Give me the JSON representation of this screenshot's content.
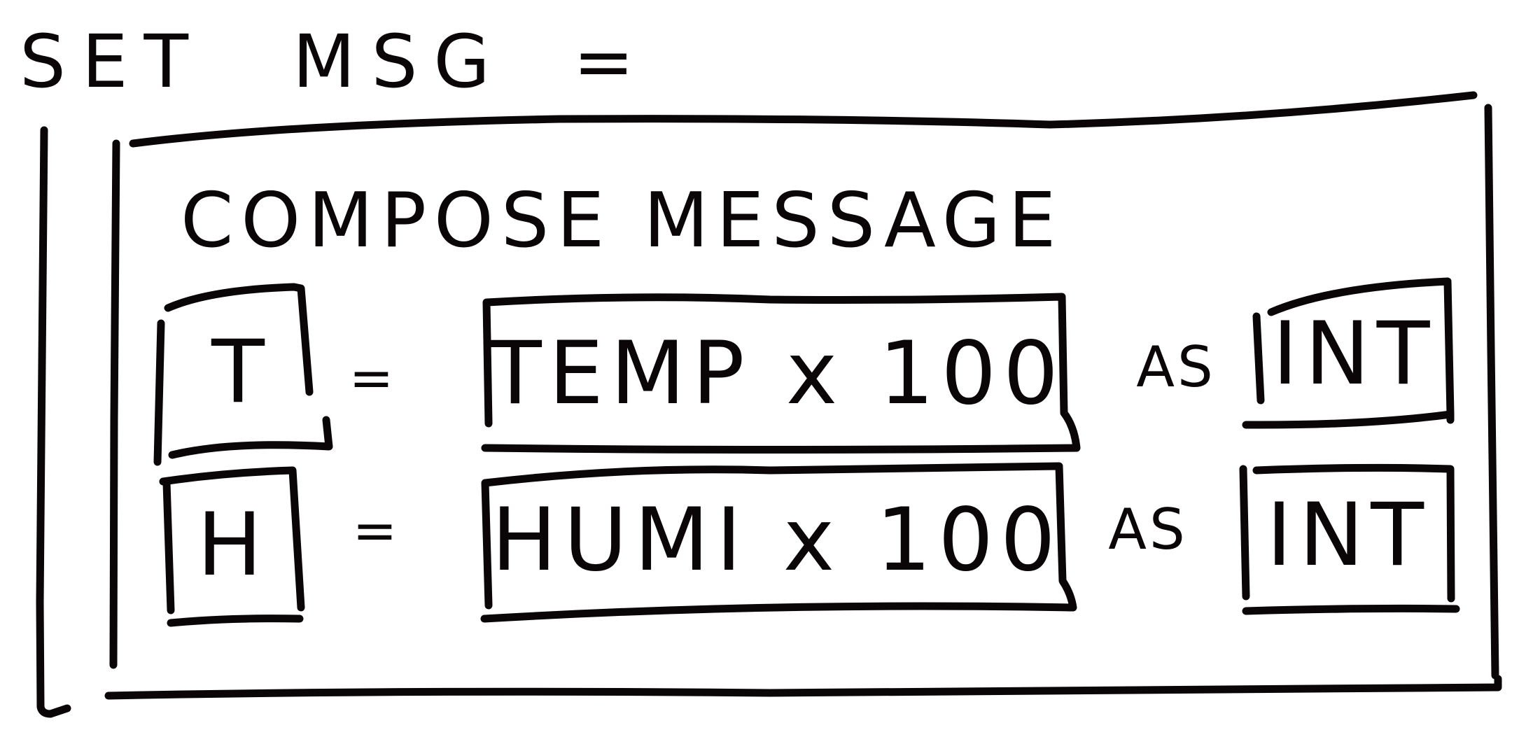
{
  "statement": {
    "keyword": "SET",
    "variable": "MSG",
    "operator": "="
  },
  "block": {
    "title": "COMPOSE MESSAGE",
    "rows": [
      {
        "field": "T",
        "equals": "=",
        "expression": "TEMP x 100",
        "as_label": "AS",
        "type": "INT"
      },
      {
        "field": "H",
        "equals": "=",
        "expression": "HUMI x 100",
        "as_label": "AS",
        "type": "INT"
      }
    ]
  },
  "colors": {
    "ink": "#0a0608",
    "paper": "#ffffff"
  }
}
